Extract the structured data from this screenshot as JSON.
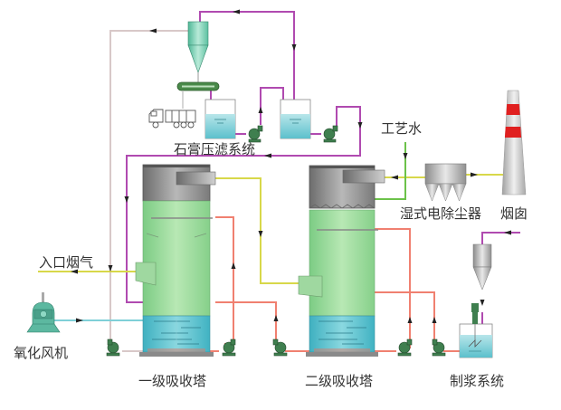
{
  "title": "双塔石灰石-石膏湿法脱硫工艺流程",
  "labels": {
    "gypsum_filter": "石膏压滤系统",
    "process_water": "工艺水",
    "wesp": "湿式电除尘器",
    "chimney": "烟囱",
    "inlet_flue_gas": "入口烟气",
    "oxidation_fan": "氧化风机",
    "tower1": "一级吸收塔",
    "tower2": "二级吸收塔",
    "slurry_system": "制浆系统"
  },
  "colors": {
    "flue_gas_line": "#d8d84a",
    "slurry_line": "#b04ab0",
    "circulation_line": "#f08070",
    "water_line": "#6cc24a",
    "air_line": "#7fd0d8",
    "return_line": "#d8c8c8",
    "tower_body": "#9fdca0",
    "tower_liquid": "#5cc0cc",
    "tower_top": "#8a8a8a",
    "pump": "#3a7a4a",
    "chimney_band": "#e02020",
    "chimney_body": "#d0d0d0"
  }
}
